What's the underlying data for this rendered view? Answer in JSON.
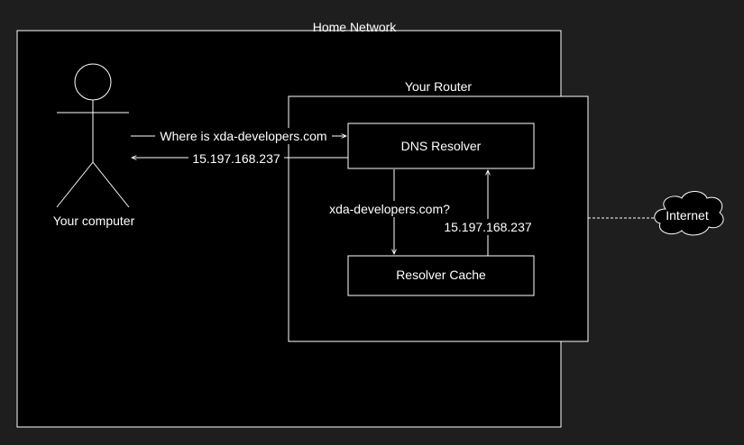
{
  "colors": {
    "background": "#1e1e1e",
    "box_fill": "#000000",
    "stroke": "#ffffff",
    "text": "#ffffff"
  },
  "containers": {
    "home_network": "Home Network",
    "router": "Your Router"
  },
  "nodes": {
    "computer": "Your computer",
    "dns_resolver": "DNS Resolver",
    "resolver_cache": "Resolver Cache",
    "internet": "Internet"
  },
  "edges": {
    "query": "Where is xda-developers.com",
    "response": "15.197.168.237",
    "cache_query": "xda-developers.com?",
    "cache_response": "15.197.168.237"
  }
}
